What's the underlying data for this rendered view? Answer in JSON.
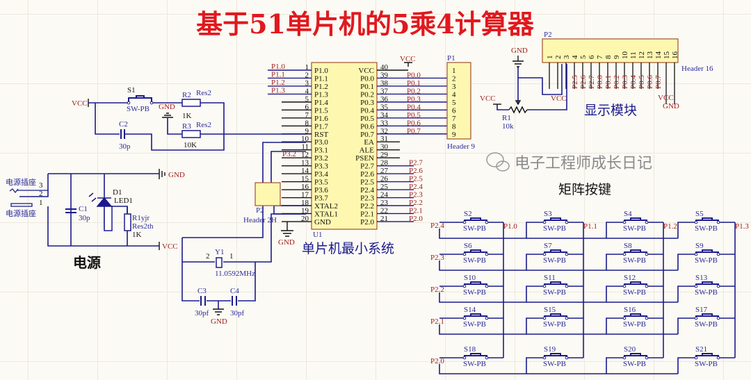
{
  "title": "基于51单片机的5乘4计算器",
  "colors": {
    "title": "#e0191f",
    "wire": "#1a1a8c",
    "net_label": "#9b1b1b",
    "component_fill": "#fdf7b0"
  },
  "mcu": {
    "designator": "U1",
    "section_title": "单片机最小系统",
    "left_pins": [
      "P1.0",
      "P1.1",
      "P1.2",
      "P1.3",
      "P1.4",
      "P1.5",
      "P1.6",
      "P1.7",
      "RST",
      "P3.0",
      "P3.1",
      "P3.2",
      "P3.3",
      "P3.4",
      "P3.5",
      "P3.6",
      "P3.7",
      "XTAL2",
      "XTAL1",
      "GND"
    ],
    "left_numbers": [
      "1",
      "2",
      "3",
      "4",
      "5",
      "6",
      "7",
      "8",
      "9",
      "10",
      "11",
      "12",
      "13",
      "14",
      "15",
      "16",
      "17",
      "18",
      "19",
      "20"
    ],
    "right_pins": [
      "VCC",
      "P0.0",
      "P0.1",
      "P0.2",
      "P0.3",
      "P0.4",
      "P0.5",
      "P0.6",
      "P0.7",
      "EA",
      "ALE",
      "PSEN",
      "P2.7",
      "P2.6",
      "P2.5",
      "P2.4",
      "P2.3",
      "P2.2",
      "P2.1",
      "P2.0"
    ],
    "right_numbers": [
      "40",
      "39",
      "38",
      "37",
      "36",
      "35",
      "34",
      "33",
      "32",
      "31",
      "30",
      "29",
      "28",
      "27",
      "26",
      "25",
      "24",
      "23",
      "22",
      "21"
    ],
    "left_nets": [
      "P1.0",
      "P1.1",
      "P1.2",
      "P1.3"
    ],
    "p32_net": "P3.2",
    "right_nets": [
      "P0.0",
      "P0.1",
      "P0.2",
      "P0.3",
      "P0.4",
      "P0.5",
      "P0.6",
      "P0.7",
      "",
      "",
      "",
      "P2.7",
      "P2.6",
      "P2.5",
      "P2.4",
      "P2.3",
      "P2.2",
      "P2.1",
      "P2.0"
    ],
    "vcc": "VCC",
    "gnd": "GND"
  },
  "header_p1": {
    "designator": "P1",
    "type": "Header 9",
    "pins": [
      "1",
      "2",
      "3",
      "4",
      "5",
      "6",
      "7",
      "8",
      "9"
    ]
  },
  "display": {
    "designator": "P2",
    "type": "Header 16",
    "title": "显示模块",
    "pins": [
      "1",
      "2",
      "3",
      "4",
      "5",
      "6",
      "7",
      "8",
      "9",
      "10",
      "11",
      "12",
      "13",
      "14",
      "15",
      "16"
    ],
    "nets": [
      "P2.5",
      "P2.6",
      "P2.7",
      "P0.0",
      "P0.1",
      "P0.2",
      "P0.3",
      "P0.4",
      "P0.5",
      "P0.6",
      "P0.7"
    ],
    "gnd": "GND",
    "vcc": "VCC",
    "vcc2": "VCC",
    "gnd2": "GND",
    "pot": {
      "designator": "R1",
      "value": "10k",
      "vcc": "VCC"
    }
  },
  "reset": {
    "vcc": "VCC",
    "switch": "S1",
    "switch_type": "SW-PB",
    "gnd": "GND",
    "r2": "R2",
    "r2_type": "Res2",
    "r2_value": "1K",
    "r3": "R3",
    "r3_type": "Res2",
    "r3_value": "10K",
    "c2": "C2",
    "c2_value": "30p"
  },
  "power": {
    "title": "电源",
    "gnd": "GND",
    "vcc": "VCC",
    "jack1": "电源插座",
    "jack2": "电源插座",
    "jack_pins": [
      "3",
      "2",
      "1"
    ],
    "c1": "C1",
    "c1_value": "30p",
    "d1": "D1",
    "d1_type": "LED1",
    "r": "R1yjr",
    "r_type": "Res2th",
    "r_value": "1K"
  },
  "header_2h": {
    "designator": "P2",
    "type": "Header 2H"
  },
  "crystal": {
    "designator": "Y1",
    "value": "11.0592MHz",
    "pin2": "2",
    "pin1": "1",
    "c3": "C3",
    "c3_value": "30pf",
    "c4": "C4",
    "c4_value": "30pf",
    "gnd": "GND"
  },
  "keypad": {
    "title": "矩阵按键",
    "row_nets": [
      "P2.4",
      "P2.3",
      "P2.2",
      "P2.1",
      "P2.0"
    ],
    "col_nets": [
      "P1.0",
      "P1.1",
      "P1.2",
      "P1.3"
    ],
    "switch_type": "SW-PB",
    "switches": [
      [
        "S2",
        "S3",
        "S4",
        "S5"
      ],
      [
        "S6",
        "S7",
        "S8",
        "S9"
      ],
      [
        "S10",
        "S11",
        "S12",
        "S13"
      ],
      [
        "S14",
        "S15",
        "S16",
        "S17"
      ],
      [
        "S18",
        "S19",
        "S20",
        "S21"
      ]
    ]
  },
  "watermark": "电子工程师成长日记"
}
